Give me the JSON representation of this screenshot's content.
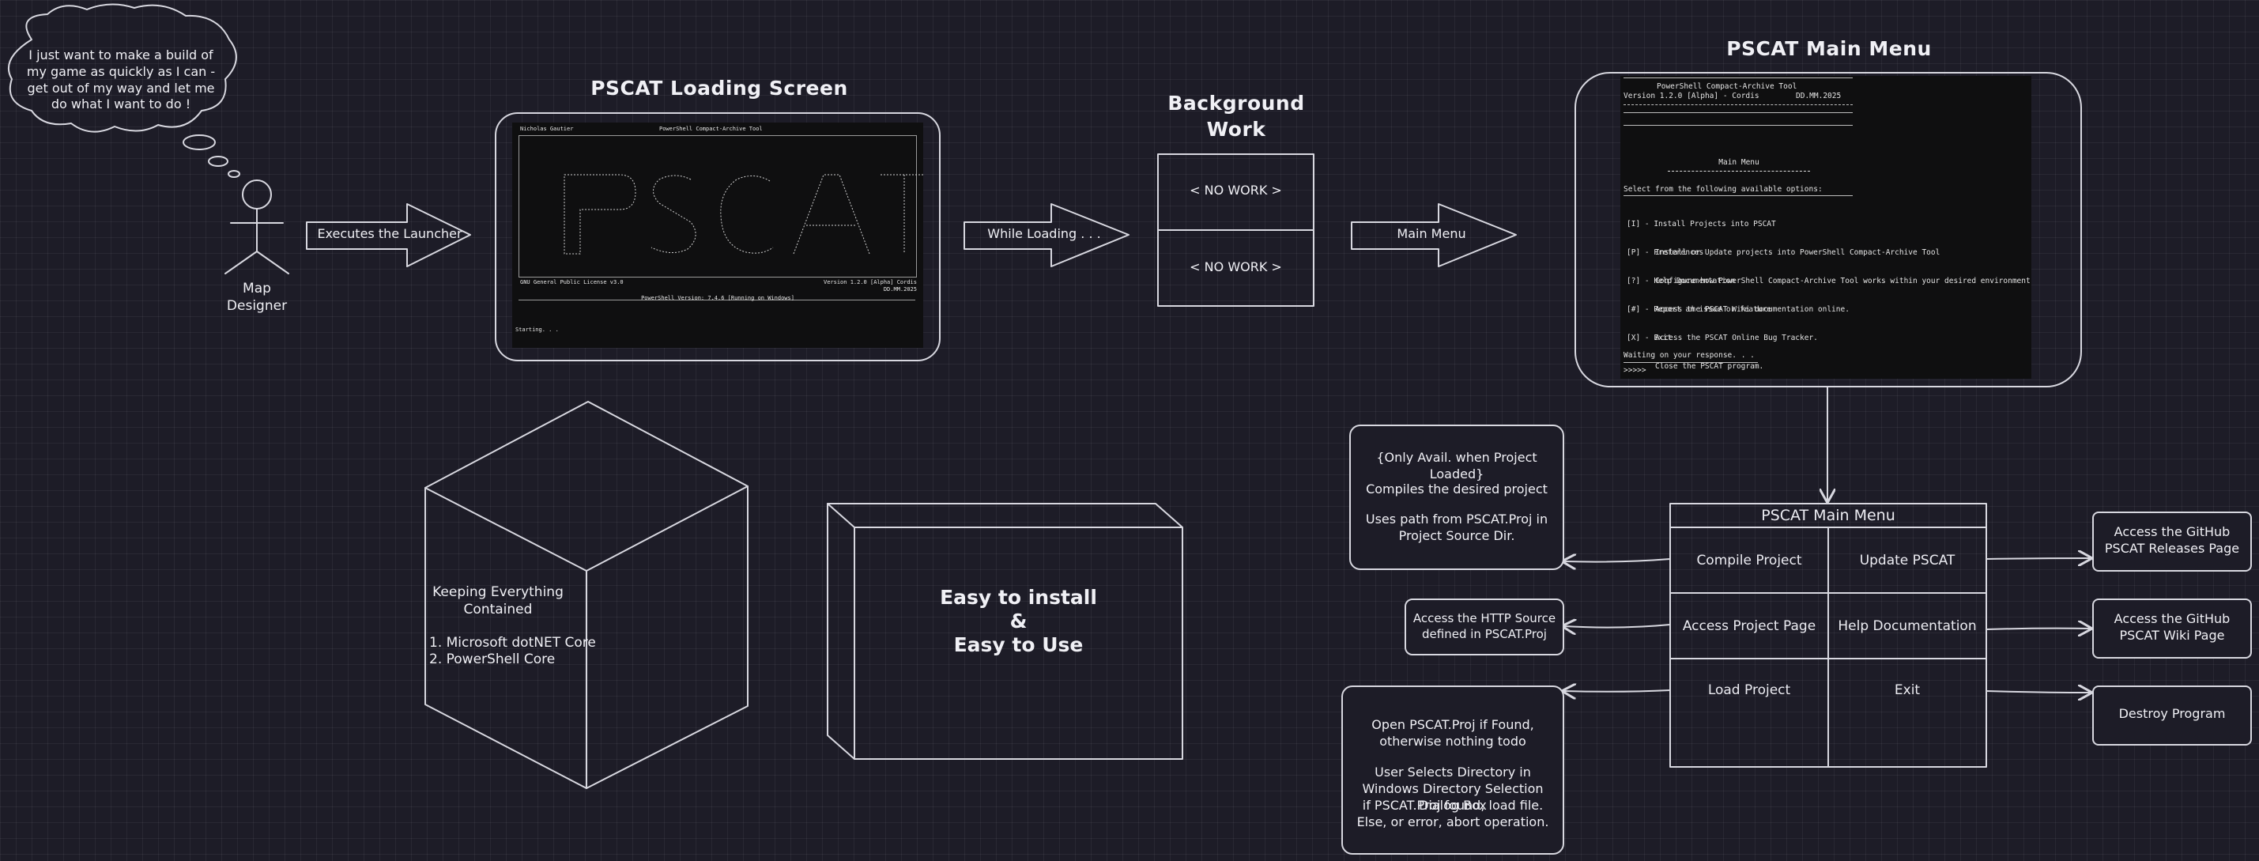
{
  "thought_bubble": {
    "text": "I just want to make a build of my game as quickly as I can - get out of my way and let me do what I want to do !"
  },
  "actor": {
    "label": "Map Designer"
  },
  "arrows": {
    "launcher": "Executes the Launcher",
    "loading": "While Loading . . .",
    "main_menu": "Main Menu"
  },
  "loading_screen": {
    "title": "PSCAT Loading Screen",
    "author": "Nicholas Gautier",
    "tool_name": "PowerShell Compact-Archive Tool",
    "license": "GNU General Public License v3.0",
    "version": "Version 1.2.0 [Alpha] Cordis",
    "date": "DD.MM.2025",
    "ps_version": "PowerShell Version: 7.4.6 [Running on Windows]",
    "status": "Starting. . ."
  },
  "background_work": {
    "title": "Background Work",
    "slots": [
      "< NO WORK >",
      "< NO WORK >"
    ]
  },
  "main_menu_screen": {
    "title": "PSCAT Main Menu",
    "tool_name": "PowerShell Compact-Archive Tool",
    "version": "Version 1.2.0 [Alpha] - Cordis",
    "date": "DD.MM.2025",
    "menu_header": "Main Menu",
    "prompt": "Select from the following available options:",
    "options": [
      {
        "key": "[I] - Install Projects into PSCAT",
        "desc": "Install or Update projects into PowerShell Compact-Archive Tool"
      },
      {
        "key": "[P] - Preferences",
        "desc": "Configure how PowerShell Compact-Archive Tool works within your desired environment."
      },
      {
        "key": "[?] - Help Documentation",
        "desc": "Access the PSCAT Wiki documentation online."
      },
      {
        "key": "[#] - Report an issue or feature",
        "desc": "Access the PSCAT Online Bug Tracker."
      },
      {
        "key": "[X] - Exit",
        "desc": "Close the PSCAT program."
      }
    ],
    "waiting": "Waiting on your response. . .",
    "cursor": ">>>>>"
  },
  "menu_grid": {
    "header": "PSCAT Main Menu",
    "cells": [
      "Compile Project",
      "Update PSCAT",
      "Access Project Page",
      "Help Documentation",
      "Load Project",
      "Exit"
    ]
  },
  "notes": {
    "compile": [
      "{Only Avail. when Project Loaded}",
      "Compiles the desired project",
      "Uses path from PSCAT.Proj in Project Source Dir."
    ],
    "project_page": "Access the HTTP Source defined in PSCAT.Proj",
    "load": [
      "Open PSCAT.Proj if Found, otherwise nothing todo",
      "User Selects Directory in Windows Directory Selection Dialog Box",
      "if PSCAT.Proj found, load file.",
      "Else, or error, abort operation."
    ],
    "releases": "Access the GitHub PSCAT Releases Page",
    "wiki": "Access the GitHub PSCAT Wiki Page",
    "destroy": "Destroy Program"
  },
  "cube": {
    "heading": "Keeping Everything Contained",
    "items": [
      "1. Microsoft dotNET Core",
      "2. PowerShell Core"
    ]
  },
  "easy_box": {
    "lines": [
      "Easy to install",
      "&",
      "Easy to Use"
    ]
  }
}
